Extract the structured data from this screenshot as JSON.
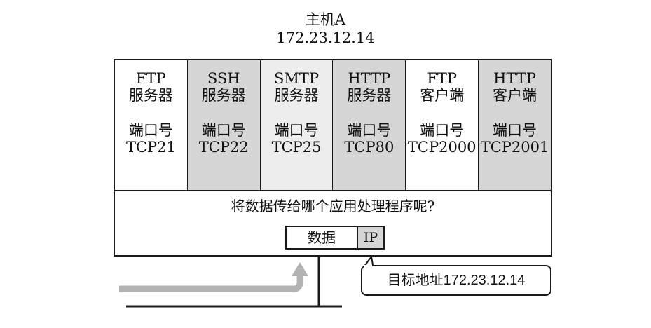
{
  "host": {
    "name": "主机A",
    "ip": "172.23.12.14"
  },
  "apps": [
    {
      "line1": "FTP",
      "line2": "服务器",
      "port_label": "端口号",
      "port": "TCP21",
      "shade": "none"
    },
    {
      "line1": "SSH",
      "line2": "服务器",
      "port_label": "端口号",
      "port": "TCP22",
      "shade": "dark"
    },
    {
      "line1": "SMTP",
      "line2": "服务器",
      "port_label": "端口号",
      "port": "TCP25",
      "shade": "light"
    },
    {
      "line1": "HTTP",
      "line2": "服务器",
      "port_label": "端口号",
      "port": "TCP80",
      "shade": "dark"
    },
    {
      "line1": "FTP",
      "line2": "客户端",
      "port_label": "端口号",
      "port": "TCP2000",
      "shade": "none"
    },
    {
      "line1": "HTTP",
      "line2": "客户端",
      "port_label": "端口号",
      "port": "TCP2001",
      "shade": "dark"
    }
  ],
  "question": "将数据传给哪个应用处理程序呢?",
  "packet": {
    "data_label": "数据",
    "ip_label": "IP"
  },
  "callout": {
    "text": "目标地址172.23.12.14"
  },
  "colors": {
    "shade_dark": "#d6d6d6",
    "shade_light": "#ededed",
    "arrow": "#b3b3b3",
    "line": "#1a1a1a"
  }
}
